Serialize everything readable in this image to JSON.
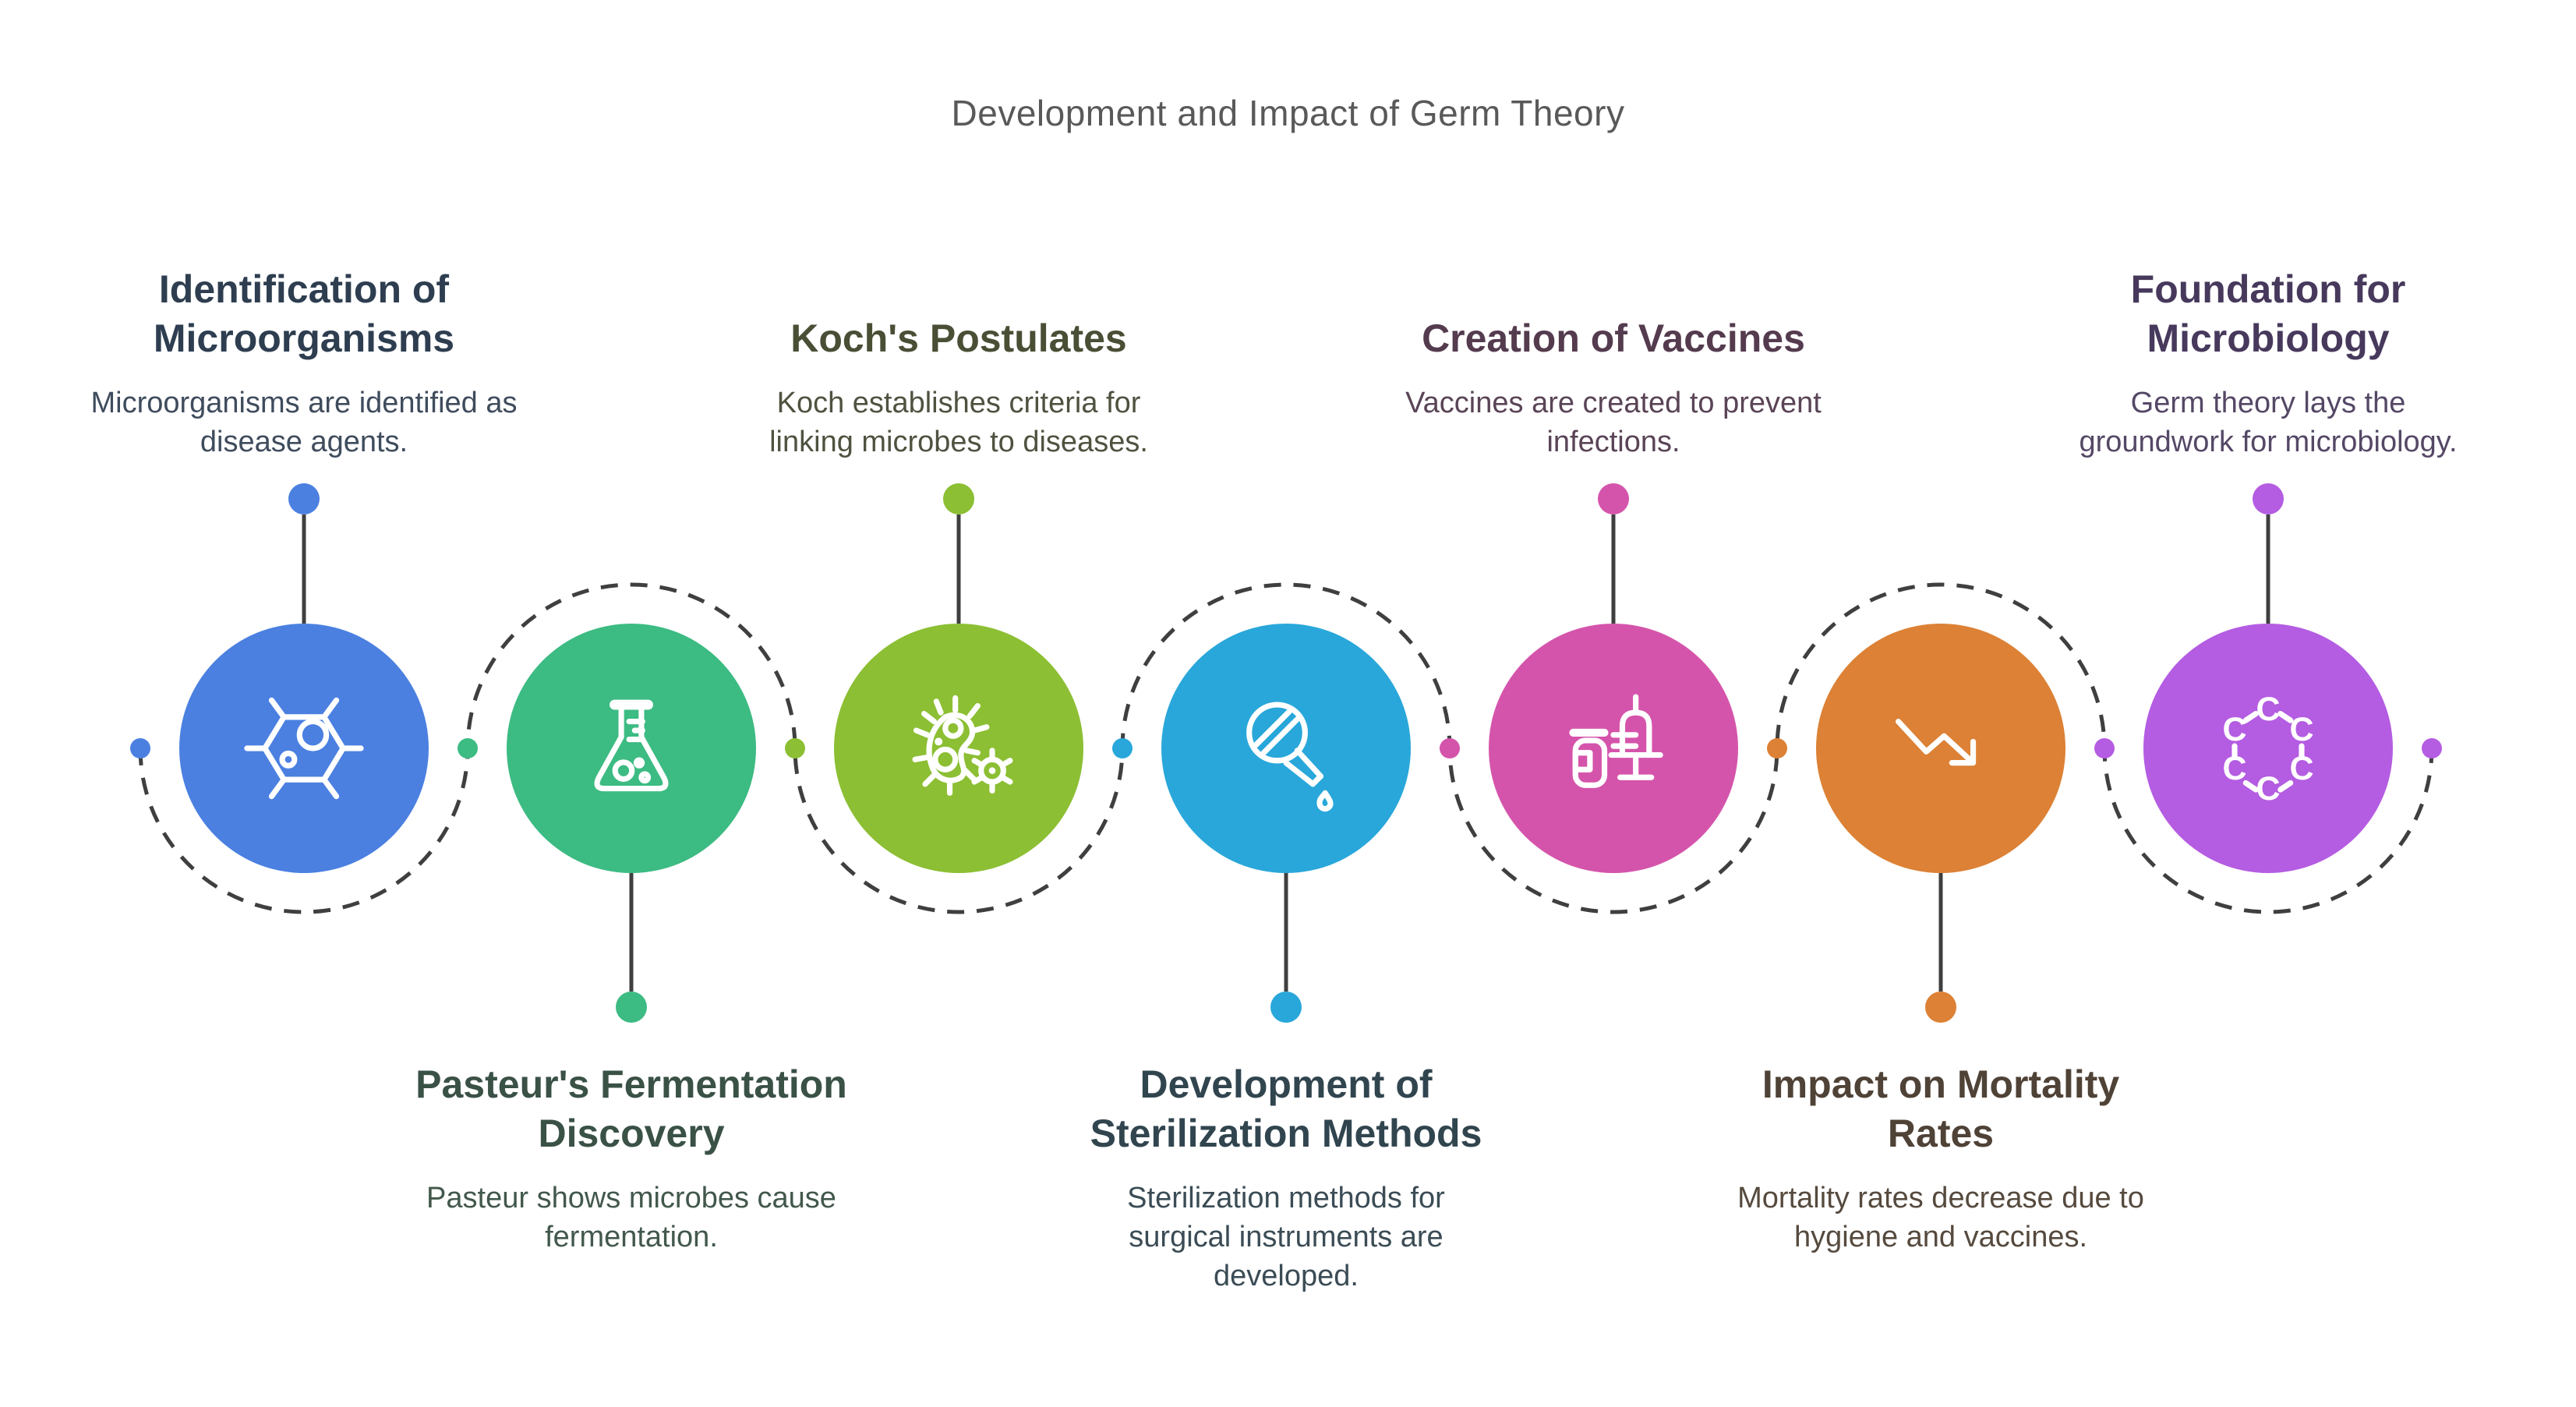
{
  "title": "Development and Impact of Germ Theory",
  "title_color": "#595959",
  "connector_color": "#3f3f3f",
  "background_color": "#ffffff",
  "steps": [
    {
      "id": 1,
      "position": "top",
      "title": "Identification of Microorganisms",
      "description": "Microorganisms are identified as disease agents.",
      "color": "#4b80e1",
      "title_color": "#2e3e50",
      "desc_color": "#3f4c5d",
      "icon": "microbe-cell-icon"
    },
    {
      "id": 2,
      "position": "bottom",
      "title": "Pasteur's Fermentation Discovery",
      "description": "Pasteur shows microbes cause fermentation.",
      "color": "#3cbb83",
      "title_color": "#3a5146",
      "desc_color": "#42584c",
      "icon": "flask-icon"
    },
    {
      "id": 3,
      "position": "top",
      "title": "Koch's Postulates",
      "description": "Koch establishes criteria for linking microbes to diseases.",
      "color": "#8cbf33",
      "title_color": "#494f35",
      "desc_color": "#4e5340",
      "icon": "bacteria-icon"
    },
    {
      "id": 4,
      "position": "bottom",
      "title": "Development of Sterilization Methods",
      "description": "Sterilization methods for surgical instruments are developed.",
      "color": "#29a7da",
      "title_color": "#31454f",
      "desc_color": "#3b4c55",
      "icon": "dropper-icon"
    },
    {
      "id": 5,
      "position": "top",
      "title": "Creation of Vaccines",
      "description": "Vaccines are created to prevent infections.",
      "color": "#d554ab",
      "title_color": "#543b4e",
      "desc_color": "#5a4456",
      "icon": "vaccine-syringe-icon"
    },
    {
      "id": 6,
      "position": "bottom",
      "title": "Impact on Mortality Rates",
      "description": "Mortality rates decrease due to hygiene and vaccines.",
      "color": "#dc8135",
      "title_color": "#4f4236",
      "desc_color": "#564a3e",
      "icon": "declining-trend-icon"
    },
    {
      "id": 7,
      "position": "top",
      "title": "Foundation for Microbiology",
      "description": "Germ theory lays the groundwork for microbiology.",
      "color": "#b45ce2",
      "title_color": "#47395c",
      "desc_color": "#554866",
      "icon": "molecule-ring-icon"
    }
  ],
  "timeline": {
    "junction_dot_colors": [
      "#4b80e1",
      "#3cbb83",
      "#8cbf33",
      "#29a7da",
      "#d554ab",
      "#dc8135",
      "#b45ce2",
      "#b45ce2"
    ]
  }
}
